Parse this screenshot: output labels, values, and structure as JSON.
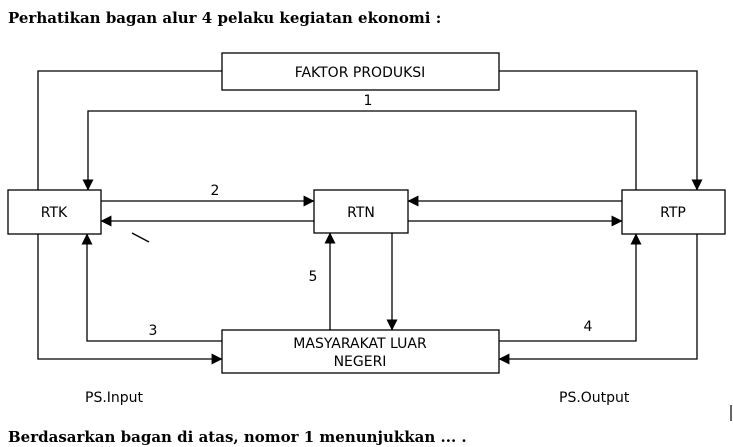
{
  "question": {
    "intro": "Perhatikan bagan alur  4 pelaku kegiatan ekonomi :",
    "prompt": "Berdasarkan bagan di atas, nomor 1 menunjukkan ... ."
  },
  "diagram": {
    "nodes": {
      "faktor_produksi": "FAKTOR PRODUKSI",
      "rtk": "RTK",
      "rtn": "RTN",
      "rtp": "RTP",
      "mln_line1": "MASYARAKAT LUAR",
      "mln_line2": "NEGERI"
    },
    "flow_numbers": {
      "n1": "1",
      "n2": "2",
      "n3": "3",
      "n4": "4",
      "n5": "5"
    },
    "markets": {
      "input": "PS.Input",
      "output": "PS.Output"
    }
  }
}
